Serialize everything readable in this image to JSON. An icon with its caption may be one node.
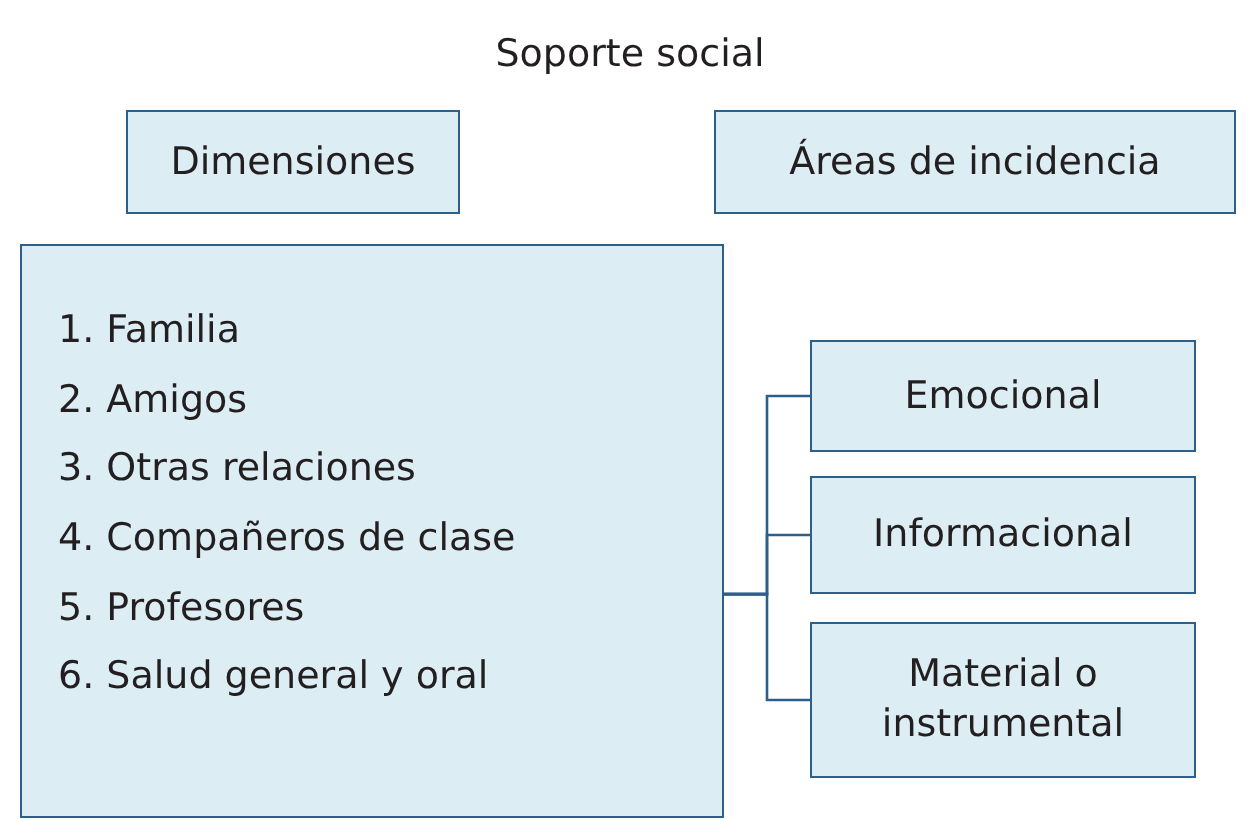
{
  "diagram": {
    "title": "Soporte social",
    "nodes": [
      {
        "text": [
          "Dimensiones"
        ]
      },
      {
        "text": [
          "Áreas de incidencia"
        ]
      },
      {
        "text": [
          "1. Familia",
          "2. Amigos",
          "3. Otras relaciones",
          "4. Compañeros de clase",
          "5. Profesores",
          "6. Salud general y oral"
        ]
      },
      {
        "text": [
          "Emocional"
        ]
      },
      {
        "text": [
          "Informacional"
        ]
      },
      {
        "text": [
          "Material o instrumental"
        ]
      }
    ],
    "edges": [
      {
        "from": 2,
        "to": 3,
        "arrow": "none"
      },
      {
        "from": 2,
        "to": 4,
        "arrow": "none"
      },
      {
        "from": 2,
        "to": 5,
        "arrow": "none"
      }
    ]
  }
}
